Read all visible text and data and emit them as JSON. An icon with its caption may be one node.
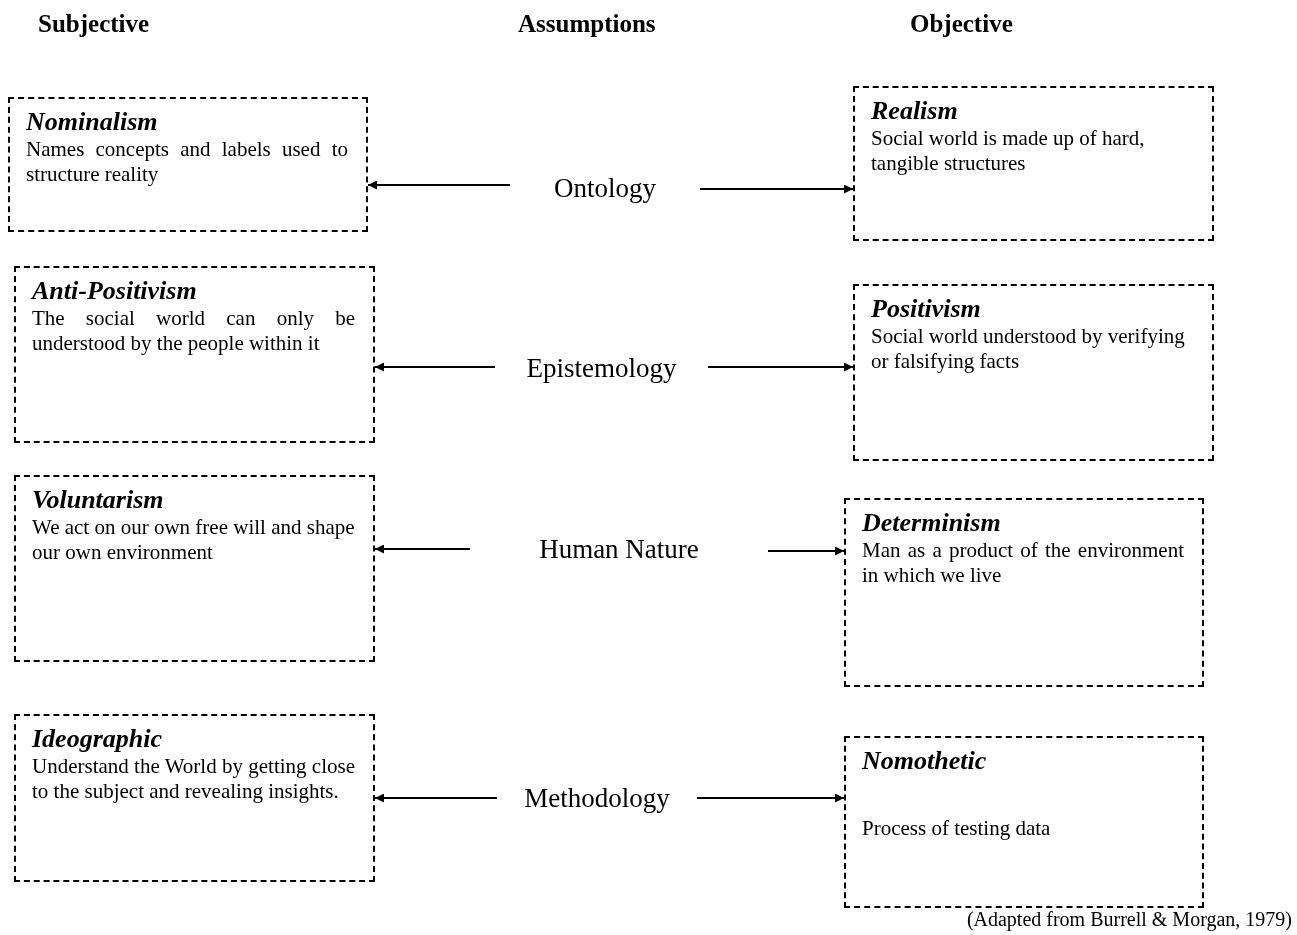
{
  "diagram": {
    "caption": "(Adapted from Burrell & Morgan, 1979)",
    "nodes": [
      {
        "text": [
          "Nominalism",
          "Names concepts and labels used to structure reality"
        ]
      },
      {
        "text": [
          "Ontology"
        ]
      },
      {
        "text": [
          "Realism",
          "Social world is made up of hard, tangible structures"
        ]
      },
      {
        "text": [
          "Anti-Positivism",
          "The social world can only be understood by the people within it"
        ]
      },
      {
        "text": [
          "Epistemology"
        ]
      },
      {
        "text": [
          "Positivism",
          "Social world understood by verifying or falsifying facts"
        ]
      },
      {
        "text": [
          "Voluntarism",
          "We act on our own free will and shape our own environment"
        ]
      },
      {
        "text": [
          "Human Nature"
        ]
      },
      {
        "text": [
          "Determinism",
          "Man as a product of the environment in which we live"
        ]
      },
      {
        "text": [
          "Ideographic",
          "Understand the World by getting close to the subject and revealing insights."
        ]
      },
      {
        "text": [
          "Methodology"
        ]
      },
      {
        "text": [
          "Nomothetic",
          "Process of testing data"
        ]
      }
    ],
    "edges": [
      {
        "from": 1,
        "to": 0,
        "arrow": "to"
      },
      {
        "from": 1,
        "to": 2,
        "arrow": "to"
      },
      {
        "from": 4,
        "to": 3,
        "arrow": "to"
      },
      {
        "from": 4,
        "to": 5,
        "arrow": "to"
      },
      {
        "from": 7,
        "to": 6,
        "arrow": "to"
      },
      {
        "from": 7,
        "to": 8,
        "arrow": "to"
      },
      {
        "from": 10,
        "to": 9,
        "arrow": "to"
      },
      {
        "from": 10,
        "to": 11,
        "arrow": "to"
      }
    ],
    "labels": [
      "Subjective",
      "Assumptions",
      "Objective"
    ]
  }
}
